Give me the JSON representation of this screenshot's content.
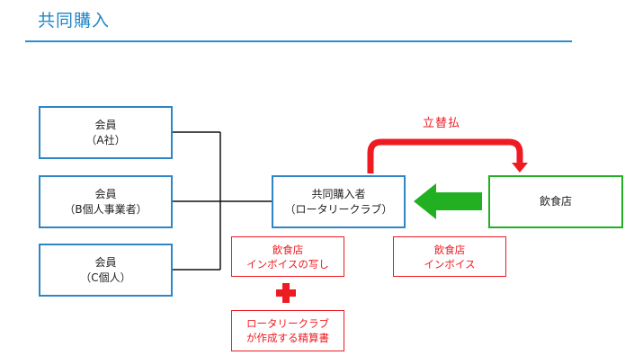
{
  "header": {
    "title": "共同購入"
  },
  "members": [
    {
      "line1": "会員",
      "line2": "（A社）"
    },
    {
      "line1": "会員",
      "line2": "（B個人事業者）"
    },
    {
      "line1": "会員",
      "line2": "（C個人）"
    }
  ],
  "purchaser": {
    "line1": "共同購入者",
    "line2": "（ロータリークラブ）"
  },
  "restaurant": {
    "label": "飲食店"
  },
  "payment_label": "立替払",
  "invoice_copy": {
    "line1": "飲食店",
    "line2": "インボイスの写し"
  },
  "invoice": {
    "line1": "飲食店",
    "line2": "インボイス"
  },
  "settlement": {
    "line1": "ロータリークラブ",
    "line2": "が作成する精算書"
  },
  "colors": {
    "accent_blue": "#2e86c7",
    "arrow_red": "#ee1b22",
    "arrow_green": "#22b022",
    "connector": "#111111"
  }
}
